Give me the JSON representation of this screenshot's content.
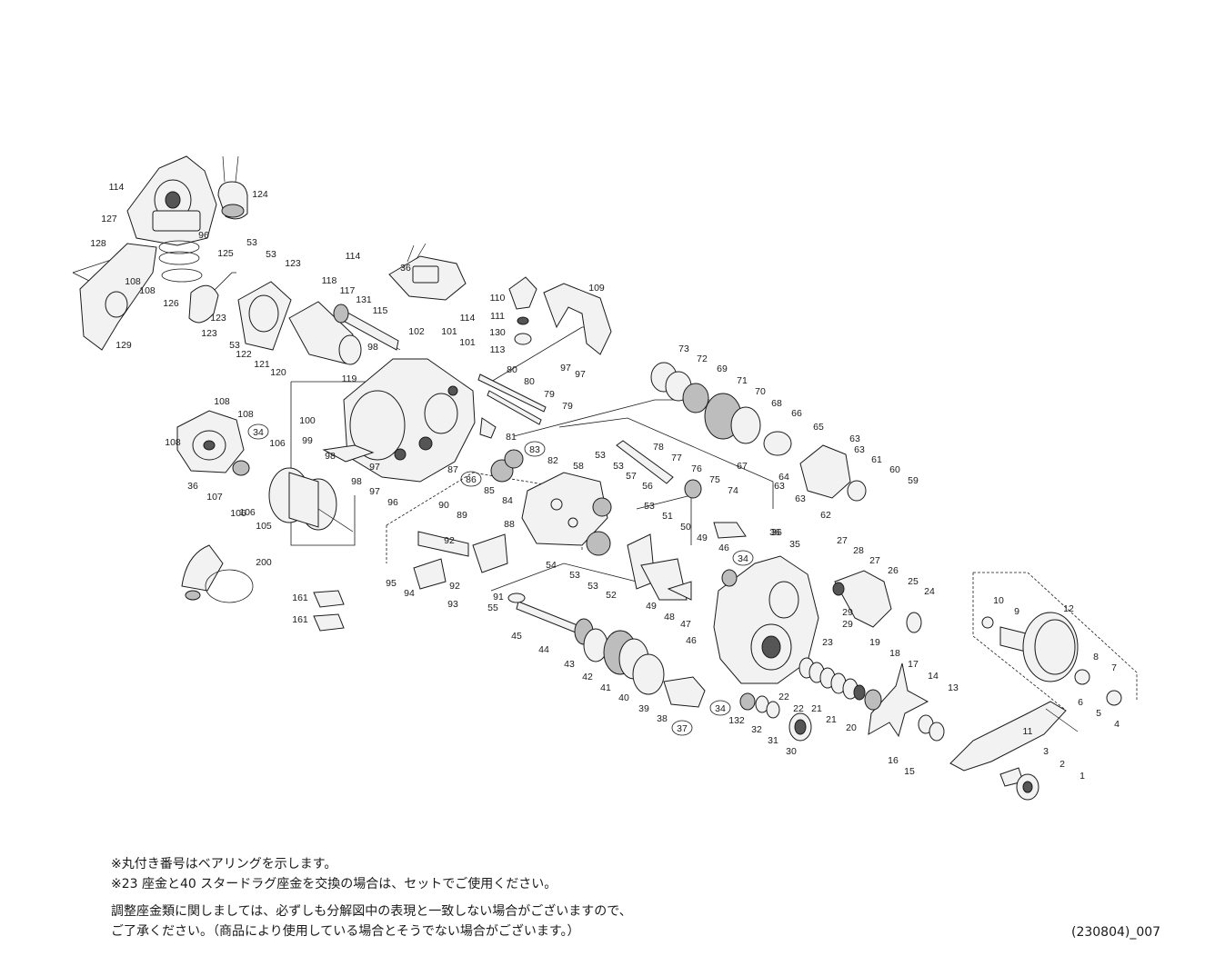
{
  "diagram": {
    "part_numbers": [
      "1",
      "2",
      "3",
      "4",
      "5",
      "6",
      "7",
      "8",
      "9",
      "10",
      "11",
      "12",
      "13",
      "14",
      "15",
      "16",
      "17",
      "18",
      "19",
      "20",
      "21",
      "22",
      "23",
      "24",
      "25",
      "26",
      "27",
      "28",
      "29",
      "30",
      "31",
      "32",
      "34",
      "35",
      "36",
      "37",
      "38",
      "39",
      "40",
      "41",
      "42",
      "43",
      "44",
      "45",
      "46",
      "47",
      "48",
      "49",
      "50",
      "51",
      "52",
      "53",
      "54",
      "55",
      "56",
      "57",
      "58",
      "59",
      "60",
      "61",
      "62",
      "63",
      "64",
      "65",
      "66",
      "67",
      "68",
      "69",
      "70",
      "71",
      "72",
      "73",
      "74",
      "75",
      "76",
      "77",
      "78",
      "79",
      "80",
      "81",
      "82",
      "83",
      "84",
      "85",
      "86",
      "87",
      "88",
      "89",
      "90",
      "91",
      "92",
      "93",
      "94",
      "95",
      "96",
      "97",
      "98",
      "99",
      "100",
      "101",
      "102",
      "105",
      "106",
      "107",
      "108",
      "109",
      "110",
      "111",
      "113",
      "114",
      "115",
      "117",
      "118",
      "119",
      "120",
      "121",
      "122",
      "123",
      "124",
      "125",
      "126",
      "127",
      "128",
      "129",
      "130",
      "131",
      "132",
      "161",
      "200"
    ],
    "bearing_numbers": [
      "34",
      "37",
      "83",
      "86"
    ]
  },
  "notes": {
    "line1": "※丸付き番号はベアリングを示します。",
    "line2": "※23 座金と40 スタードラグ座金を交換の場合は、セットでご使用ください。",
    "line3": "調整座金類に関しましては、必ずしも分解図中の表現と一致しない場合がございますので、",
    "line4": "ご了承ください。（商品により使用している場合とそうでない場合がございます。）"
  },
  "doc_code": "(230804)_007"
}
